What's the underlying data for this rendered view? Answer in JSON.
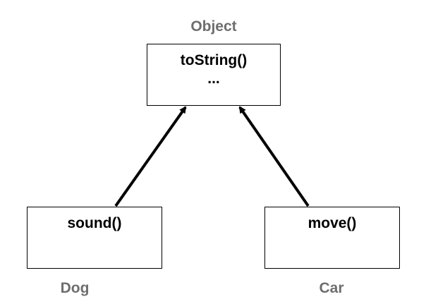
{
  "colors": {
    "label": "#6e6e6e",
    "box_border": "#000000",
    "text": "#000000",
    "arrow": "#000000"
  },
  "classes": {
    "object": {
      "name": "Object",
      "members": [
        "toString()",
        "..."
      ]
    },
    "dog": {
      "name": "Dog",
      "members": [
        "sound()"
      ]
    },
    "car": {
      "name": "Car",
      "members": [
        "move()"
      ]
    }
  },
  "relations": [
    {
      "from": "dog",
      "to": "object",
      "type": "inheritance"
    },
    {
      "from": "car",
      "to": "object",
      "type": "inheritance"
    }
  ]
}
